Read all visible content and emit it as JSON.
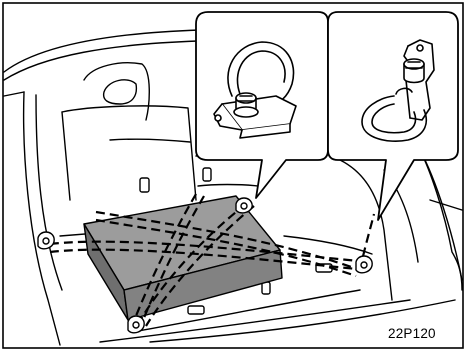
{
  "figure": {
    "code": "22P120",
    "colors": {
      "line": "#000000",
      "background": "#ffffff",
      "cargo_box": "#8a8a8a",
      "cargo_box_top": "#9c9c9c",
      "cargo_box_side": "#6f6f6f",
      "strap": "#000000"
    },
    "callouts": [
      "tie-down-ring-folded",
      "tie-down-ring-flipped"
    ]
  }
}
